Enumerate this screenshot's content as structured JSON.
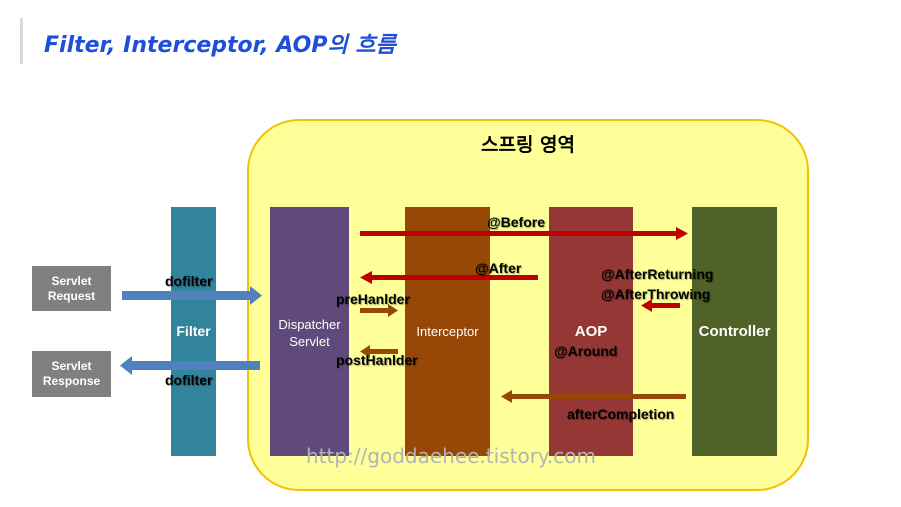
{
  "title": "Filter, Interceptor, AOP의 흐름",
  "region_label": "스프링 영역",
  "request_box": "Servlet Request",
  "response_box": "Servlet Response",
  "columns": {
    "filter": "Filter",
    "dispatcher": "Dispatcher Servlet",
    "interceptor": "Interceptor",
    "aop": "AOP",
    "controller": "Controller"
  },
  "labels": {
    "dofilter_in": "dofilter",
    "dofilter_out": "dofilter",
    "before": "@Before",
    "after": "@After",
    "prehandler": "preHanlder",
    "posthandler": "postHanlder",
    "after_returning": "@AfterReturning",
    "after_throwing": "@AfterThrowing",
    "around": "@Around",
    "after_completion": "afterCompletion"
  },
  "watermark": "http://goddaehee.tistory.com",
  "colors": {
    "title": "#1f4fd8",
    "region": "#ffff99",
    "region_border": "#f2c200",
    "filter": "#31849b",
    "dispatcher": "#604a7b",
    "interceptor": "#984806",
    "aop": "#953735",
    "controller": "#4f6228",
    "gray_box": "#808080",
    "blue_arrow": "#4f81bd",
    "red_arrow": "#c00000",
    "brown_arrow": "#984806"
  }
}
